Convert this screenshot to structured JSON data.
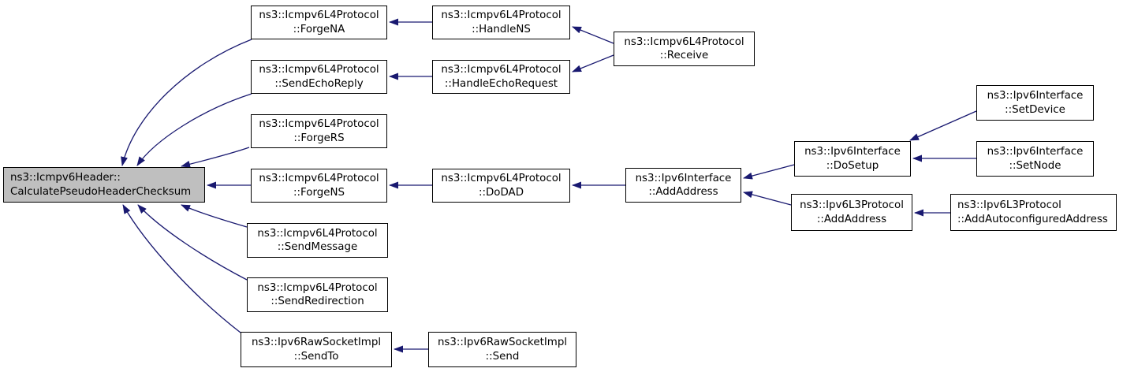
{
  "graph": {
    "title": "caller graph for CalculatePseudoHeaderChecksum",
    "edge_color": "#191970",
    "main_node_fill": "#bfbfbf",
    "node_fill": "#ffffff",
    "nodes": {
      "main": {
        "line1": "ns3::Icmpv6Header::",
        "line2": "CalculatePseudoHeaderChecksum"
      },
      "forge_na": {
        "line1": "ns3::Icmpv6L4Protocol",
        "line2": "::ForgeNA"
      },
      "handle_ns": {
        "line1": "ns3::Icmpv6L4Protocol",
        "line2": "::HandleNS"
      },
      "receive": {
        "line1": "ns3::Icmpv6L4Protocol",
        "line2": "::Receive"
      },
      "send_echo_reply": {
        "line1": "ns3::Icmpv6L4Protocol",
        "line2": "::SendEchoReply"
      },
      "handle_echo_request": {
        "line1": "ns3::Icmpv6L4Protocol",
        "line2": "::HandleEchoRequest"
      },
      "forge_rs": {
        "line1": "ns3::Icmpv6L4Protocol",
        "line2": "::ForgeRS"
      },
      "forge_ns": {
        "line1": "ns3::Icmpv6L4Protocol",
        "line2": "::ForgeNS"
      },
      "do_dad": {
        "line1": "ns3::Icmpv6L4Protocol",
        "line2": "::DoDAD"
      },
      "ipv6if_add_address": {
        "line1": "ns3::Ipv6Interface",
        "line2": "::AddAddress"
      },
      "do_setup": {
        "line1": "ns3::Ipv6Interface",
        "line2": "::DoSetup"
      },
      "set_device": {
        "line1": "ns3::Ipv6Interface",
        "line2": "::SetDevice"
      },
      "set_node": {
        "line1": "ns3::Ipv6Interface",
        "line2": "::SetNode"
      },
      "l3_add_address": {
        "line1": "ns3::Ipv6L3Protocol",
        "line2": "::AddAddress"
      },
      "add_autoconfigured_address": {
        "line1": "ns3::Ipv6L3Protocol",
        "line2": "::AddAutoconfiguredAddress"
      },
      "send_message": {
        "line1": "ns3::Icmpv6L4Protocol",
        "line2": "::SendMessage"
      },
      "send_redirection": {
        "line1": "ns3::Icmpv6L4Protocol",
        "line2": "::SendRedirection"
      },
      "send_to": {
        "line1": "ns3::Ipv6RawSocketImpl",
        "line2": "::SendTo"
      },
      "send": {
        "line1": "ns3::Ipv6RawSocketImpl",
        "line2": "::Send"
      }
    }
  }
}
